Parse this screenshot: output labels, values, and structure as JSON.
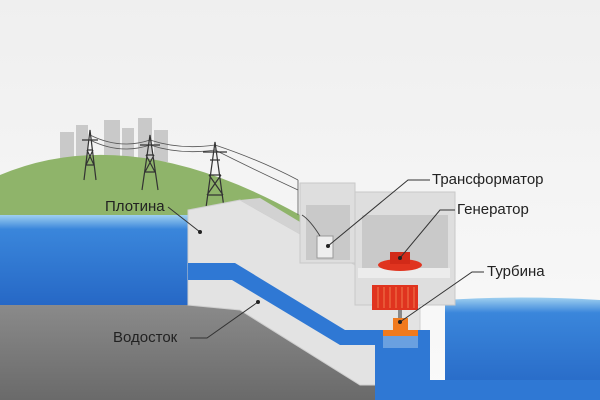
{
  "labels": {
    "transformer": "Трансформатор",
    "generator": "Генератор",
    "turbine": "Турбина",
    "dam": "Плотина",
    "spillway": "Водосток"
  },
  "colors": {
    "water": "#2f78d4",
    "water_light": "#8cc6ec",
    "hill": "#8fb46a",
    "ground": "#7b7b7b",
    "concrete": "#e3e3e3",
    "generator": "#e0341f",
    "turbine": "#f07a1e"
  }
}
